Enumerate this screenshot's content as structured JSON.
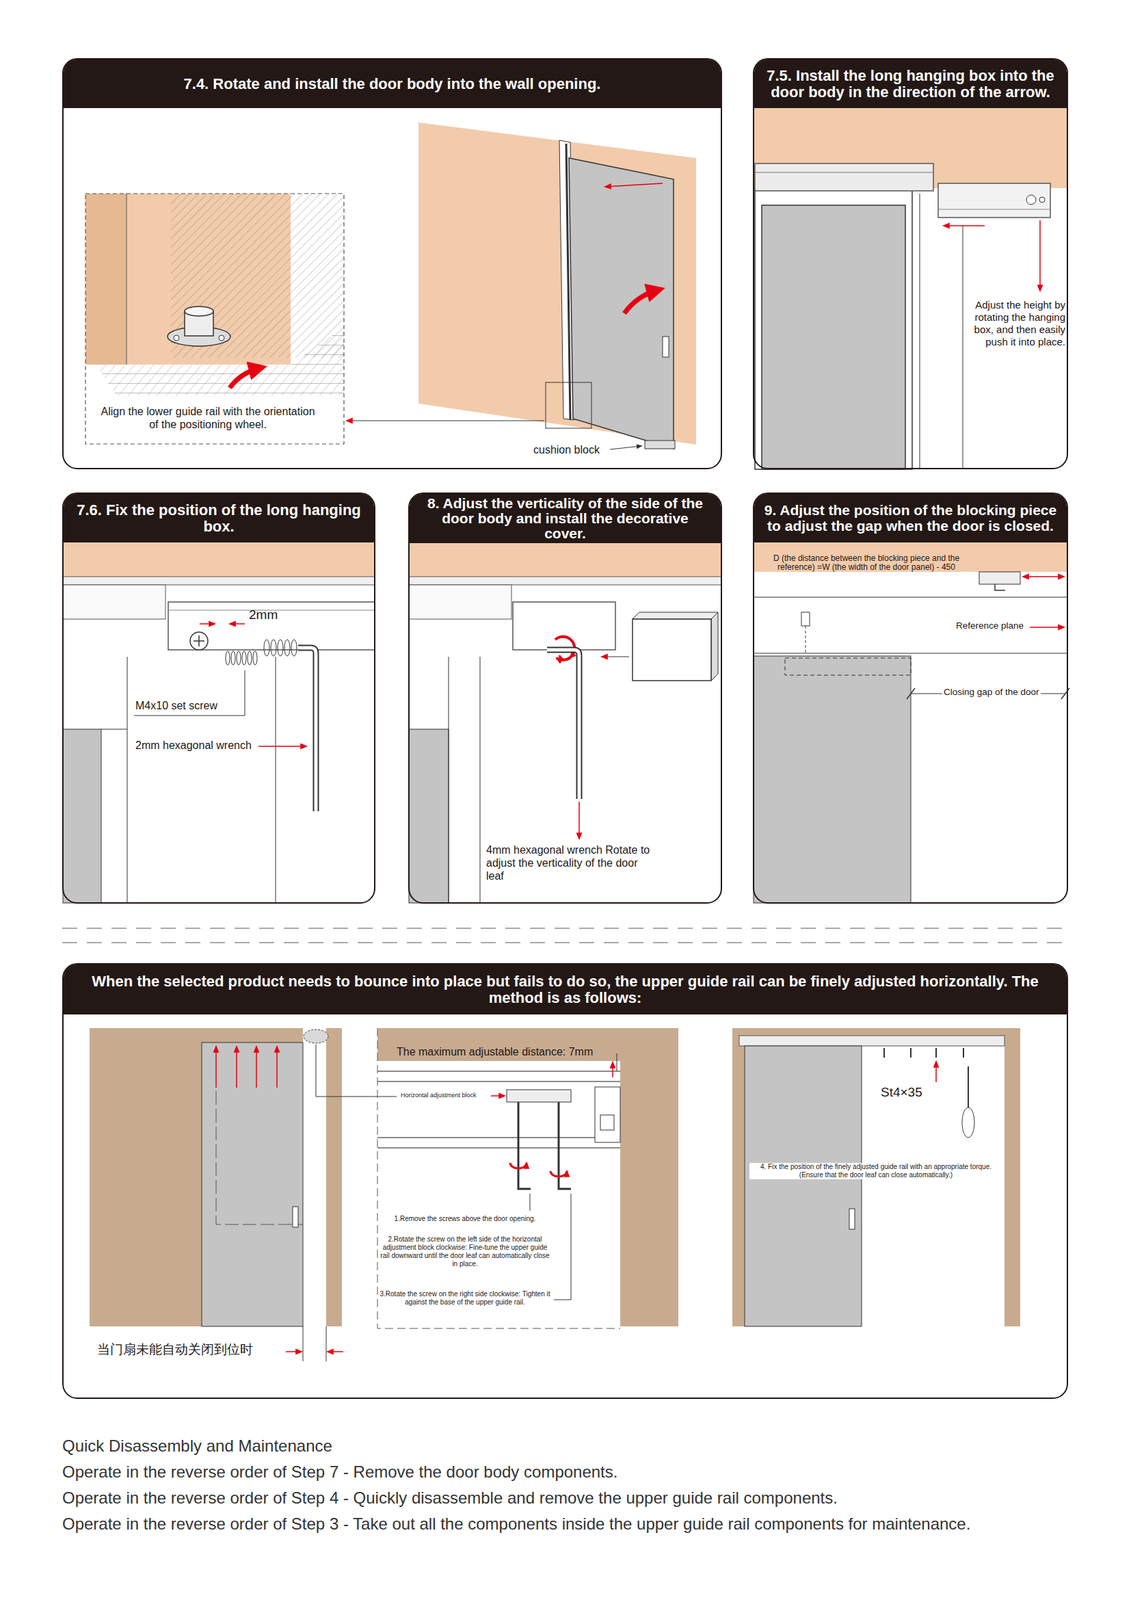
{
  "diagram": {
    "nodes": [
      {
        "text": [
          "7.4. Rotate and install the door body into the wall opening."
        ]
      },
      {
        "text": [
          "7.5. Install the long hanging box into the door body in the direction of the arrow."
        ]
      },
      {
        "text": [
          "7.6. Fix the position of the long hanging box."
        ]
      },
      {
        "text": [
          "8. Adjust the verticality of the side of the door body and install the decorative cover."
        ]
      },
      {
        "text": [
          "9. Adjust the position of the blocking piece to adjust the gap when the door is closed."
        ]
      },
      {
        "text": [
          "When the selected product needs to bounce into place but fails to do so, the upper guide rail can be finely adjusted horizontally. The method is as follows:"
        ]
      }
    ],
    "labels": [
      "Align the lower guide rail with the orientation of the positioning wheel.",
      "cushion block",
      "Adjust the height by rotating the hanging box, and then easily push it into place.",
      "2mm",
      "M4x10 set screw",
      "2mm hexagonal wrench",
      "4mm hexagonal wrench Rotate to adjust the verticality of the door leaf",
      "D (the distance between the blocking piece and the reference) =W (the width of the door panel) - 450",
      "Reference plane",
      "Closing gap of the door",
      "The maximum adjustable distance: 7mm",
      "Horizontal adjustment block",
      "1.Remove the screws above the door opening.",
      "2.Rotate the screw on the left side of the horizontal adjustment block clockwise: Fine-tune the upper guide rail downward until the door leaf can automatically close in place.",
      "3.Rotate the screw on the right side clockwise: Tighten it against the base of the upper guide rail.",
      "当门扇未能自动关闭到位时",
      "St4×35",
      "4. Fix the position of the finely adjusted guide rail with an appropriate torque. (Ensure that the door leaf can close automatically.)",
      "Quick Disassembly and Maintenance",
      "Operate in the reverse order of Step 7 - Remove the door body components.",
      "Operate in the reverse order of Step 4 - Quickly disassemble and remove the upper guide rail components.",
      "Operate in the reverse order of Step 3 - Take out all the components inside the upper guide rail components for maintenance."
    ]
  }
}
